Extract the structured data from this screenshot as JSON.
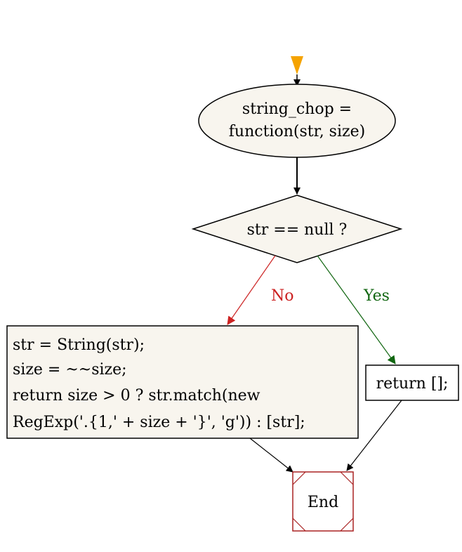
{
  "start": {
    "line1": "string_chop =",
    "line2": "function(str, size)"
  },
  "decision": {
    "label": "str == null ?",
    "no_label": "No",
    "yes_label": "Yes"
  },
  "process_no": {
    "lines": [
      "str = String(str);",
      "size = ~~size;",
      "return size > 0 ? str.match(new",
      "RegExp('.{1,' + size + '}', 'g')) : [str];"
    ]
  },
  "process_yes": {
    "label": "return [];"
  },
  "end": {
    "label": "End"
  },
  "colors": {
    "start_marker": "#f5a300",
    "no_edge": "#cc2222",
    "yes_edge": "#116611",
    "end_border": "#aa2222",
    "node_fill": "#f8f5ee",
    "stroke": "#000000"
  }
}
